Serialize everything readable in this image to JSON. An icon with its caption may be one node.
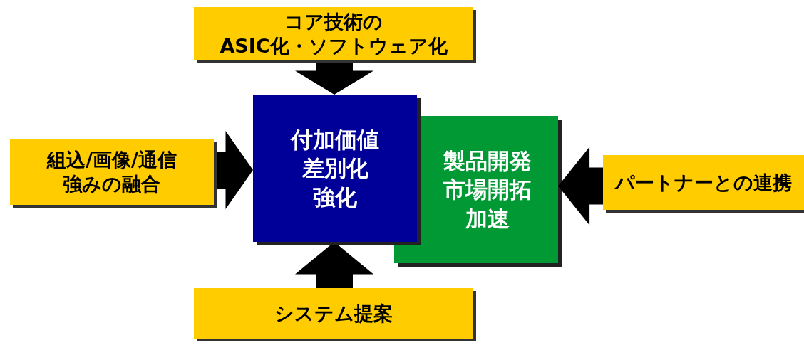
{
  "diagram": {
    "nodes": [
      {
        "text": [
          "コア技術のASIC化・ソフトウェア化"
        ]
      },
      {
        "text": [
          "組込/画像/通信強みの融合"
        ]
      },
      {
        "text": [
          "付加価値差別化強化"
        ]
      },
      {
        "text": [
          "製品開発市場開拓加速"
        ]
      },
      {
        "text": [
          "パートナーとの連携"
        ]
      },
      {
        "text": [
          "システム提案"
        ]
      }
    ],
    "edges": [
      {
        "from": 0,
        "to": 2,
        "arrow": "to"
      },
      {
        "from": 1,
        "to": 2,
        "arrow": "to"
      },
      {
        "from": 4,
        "to": 3,
        "arrow": "to"
      },
      {
        "from": 5,
        "to": 2,
        "arrow": "to"
      }
    ]
  }
}
